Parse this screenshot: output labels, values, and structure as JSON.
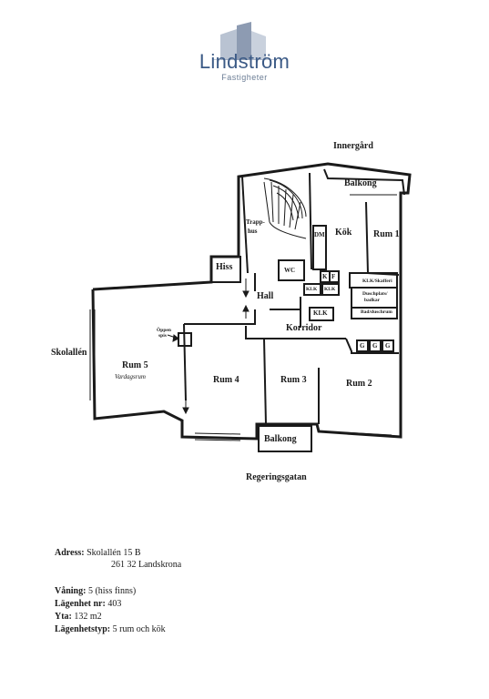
{
  "brand": {
    "name": "Lindström",
    "tagline": "Fastigheter"
  },
  "plan": {
    "streets": {
      "top": "Innergård",
      "bottom": "Regeringsgatan",
      "left": "Skolallén"
    },
    "rooms": {
      "balkong_top": "Balkong",
      "balkong_bottom": "Balkong",
      "rum1": "Rum 1",
      "rum2": "Rum 2",
      "rum3": "Rum 3",
      "rum4": "Rum 4",
      "rum5": "Rum 5",
      "rum5_sub": "Vardagsrum",
      "kok": "Kök",
      "hiss": "Hiss",
      "hall": "Hall",
      "korridor": "Korridor",
      "trapphus_1": "Trapp-",
      "trapphus_2": "hus",
      "wc": "WC",
      "dm": "DM",
      "k": "K",
      "f": "F",
      "klk_a": "KLK",
      "klk_b": "KLK",
      "klk_c": "KLK",
      "klk_skafferi": "KLK/Skafferi",
      "dusch_1": "Duschplats/",
      "dusch_2": "badkar",
      "bad": "Bad/duschrum",
      "g1": "G",
      "g2": "G",
      "g3": "G",
      "oppen_1": "Öppen",
      "oppen_2": "spis"
    }
  },
  "info": {
    "adress_label": "Adress:",
    "adress_line1": "Skolallén 15 B",
    "adress_line2": "261 32 Landskrona",
    "vaning_label": "Våning:",
    "vaning_value": "5 (hiss finns)",
    "lagenhet_label": "Lägenhet nr:",
    "lagenhet_value": "403",
    "yta_label": "Yta:",
    "yta_value": "132 m2",
    "typ_label": "Lägenhetstyp:",
    "typ_value": "5 rum och kök"
  }
}
